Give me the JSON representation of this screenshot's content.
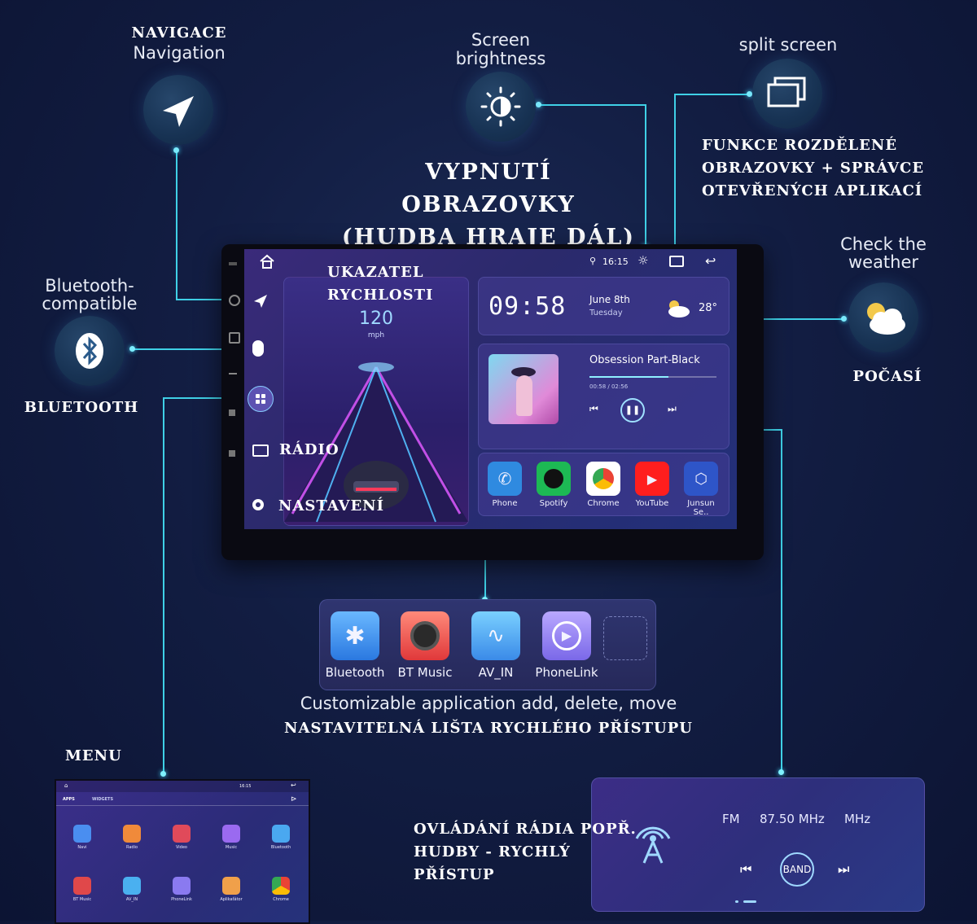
{
  "callouts": {
    "navigation": {
      "line1": "NAVIGACE",
      "line2": "Navigation"
    },
    "brightness": {
      "line1": "Screen",
      "line2": "brightness"
    },
    "split": {
      "title": "split screen",
      "desc1": "FUNKCE ROZDĚLENÉ",
      "desc2": "OBRAZOVKY + SPRÁVCE",
      "desc3": "OTEVŘENÝCH APLIKACÍ"
    },
    "screen_off": {
      "line1": "VYPNUTÍ OBRAZOVKY",
      "line2": "(HUDBA HRAJE DÁL)"
    },
    "bluetooth": {
      "line1": "Bluetooth-",
      "line2": "compatible",
      "caption": "BLUETOOTH"
    },
    "weather": {
      "line1": "Check the",
      "line2": "weather",
      "caption": "POČASÍ"
    },
    "speed": {
      "line1": "UKAZATEL",
      "line2": "RYCHLOSTI"
    },
    "radio": "RÁDIO",
    "settings": "NASTAVENÍ",
    "menu": "MENU",
    "dock_caption1": "Customizable application add, delete, move",
    "dock_caption2": "NASTAVITELNÁ LIŠTA RYCHLÉHO PŘÍSTUPU",
    "radio_ctrl1": "OVLÁDÁNÍ RÁDIA POPŘ.",
    "radio_ctrl2": "HUDBY - RYCHLÝ",
    "radio_ctrl3": "PŘÍSTUP"
  },
  "screen": {
    "status_time": "16:15",
    "speed_value": "120",
    "speed_unit": "mph",
    "clock": "09:58",
    "date": "June 8th",
    "weekday": "Tuesday",
    "temperature": "28°",
    "track_title": "Obsession Part-Black",
    "track_time": "00:58 / 02:56",
    "track_progress": 0.62,
    "apps": [
      "Phone",
      "Spotify",
      "Chrome",
      "YouTube",
      "Junsun Se.."
    ]
  },
  "dock": {
    "apps": [
      "Bluetooth",
      "BT Music",
      "AV_IN",
      "PhoneLink"
    ]
  },
  "radio_panel": {
    "band": "FM",
    "frequency": "87.50 MHz",
    "unit": "MHz",
    "band_button": "BAND"
  },
  "menu_shot": {
    "tabs": [
      "APPS",
      "WIDGETS"
    ],
    "status_time": "16:15",
    "row1": [
      "Navi",
      "Radio",
      "Video",
      "Music",
      "Bluetooth"
    ],
    "row2": [
      "BT Music",
      "AV_IN",
      "PhoneLink",
      "Aplikaťátor",
      "Chrome"
    ]
  },
  "colors": {
    "accent_line": "#3fd0e6",
    "background": "#121d42"
  }
}
